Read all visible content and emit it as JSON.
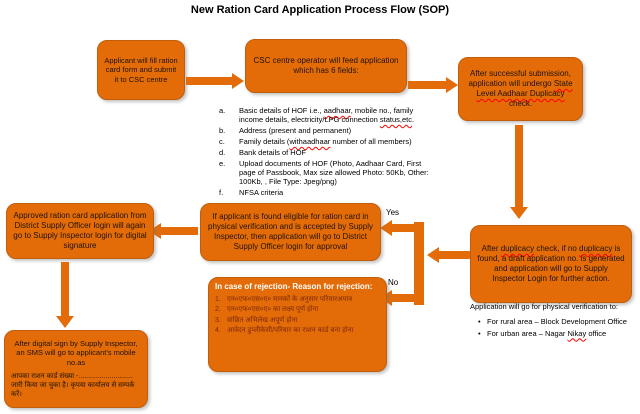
{
  "title": "New Ration Card Application Process Flow (SOP)",
  "colors": {
    "box_fill": "#E36C09",
    "box_border": "#C05E0B",
    "arrow": "#E36C09",
    "text_dark": "#201205",
    "rejection_text": "#802807",
    "header_text": "#FFFFFF",
    "squiggle": "#FF0000"
  },
  "labels": {
    "yes": "Yes",
    "no": "No"
  },
  "boxes": {
    "apply": {
      "text": "Applicant will fill ration card form and submit it to CSC centre"
    },
    "csc_feed": {
      "text": "CSC centre operator will feed application which has 6 fields:"
    },
    "aadhaar_check": {
      "segments": [
        {
          "t": "After successful submission, application will undergo "
        },
        {
          "t": "State Level Aadhaar Duplicacy",
          "u": true
        },
        {
          "t": " check."
        }
      ]
    },
    "draft_number": {
      "segments": [
        {
          "t": "After "
        },
        {
          "t": "duplicacy",
          "u": true
        },
        {
          "t": " check, if no "
        },
        {
          "t": "duplicacy",
          "u": true
        },
        {
          "t": " is found, a draft application no. is generated and application will go to Supply Inspector Login for further action."
        }
      ]
    },
    "eligible": {
      "text": "If applicant is found eligible for ration card in physical verification and is accepted by Supply Inspector, then application will go to District Supply Officer login for approval"
    },
    "approved": {
      "text": "Approved ration card application from District Supply Officer login will again go to Supply Inspector login for digital signature"
    },
    "sms": {
      "text_en": "After digital sign by Supply Inspector, an SMS will go to applicant's mobile no.as",
      "text_hi": "आपका राशन कार्ड संख्या -............................ जारी किया जा चुका है। कृपया कार्यालय से सम्पर्क करें।"
    },
    "rejection": {
      "header": "In case of rejection- Reason for rejection:",
      "items": [
        {
          "m": "1.",
          "t": "एन०एफ०एस०ए० मानकों के अनुसार परिवारअपात्र"
        },
        {
          "m": "2.",
          "t": "एन०एफ०एस०ए० का लक्ष्य पूर्ण होना"
        },
        {
          "m": "3.",
          "t": "वांछित अभिलेख अपूर्ण होना"
        },
        {
          "m": "4.",
          "t": "आवेदन डुप्लीकेसी/परिवार का राशन कार्ड बना होना"
        }
      ]
    }
  },
  "fields_list": {
    "items": [
      {
        "m": "a.",
        "segs": [
          {
            "t": "Basic details of HOF i.e., "
          },
          {
            "t": "aadhaar",
            "u": true
          },
          {
            "t": ", mobile no., family income details, electricity/LPG connection "
          },
          {
            "t": "status,etc",
            "u": true
          },
          {
            "t": "."
          }
        ]
      },
      {
        "m": "b.",
        "segs": [
          {
            "t": "Address (present and permanent)"
          }
        ]
      },
      {
        "m": "c.",
        "segs": [
          {
            "t": "Family details ("
          },
          {
            "t": "withaadhaar",
            "u": true
          },
          {
            "t": " number of all members)"
          }
        ]
      },
      {
        "m": "d.",
        "segs": [
          {
            "t": "Bank details of HOF"
          }
        ]
      },
      {
        "m": "e.",
        "segs": [
          {
            "t": "Upload documents of HOF (Photo, Aadhaar Card, First page of Passbook,  Max size allowed Photo:  50Kb, Other: 100Kb, , File Type: Jpeg/png)"
          }
        ]
      },
      {
        "m": "f.",
        "segs": [
          {
            "t": "NFSA criteria"
          }
        ]
      }
    ]
  },
  "physical_verification": {
    "header": "Application will go for physical verification to:",
    "items": [
      {
        "m": "•",
        "segs": [
          {
            "t": "For rural area – Block Development Office"
          }
        ]
      },
      {
        "m": "•",
        "segs": [
          {
            "t": "For urban area – Nagar "
          },
          {
            "t": "Nikay",
            "u": true
          },
          {
            "t": " office"
          }
        ]
      }
    ]
  }
}
